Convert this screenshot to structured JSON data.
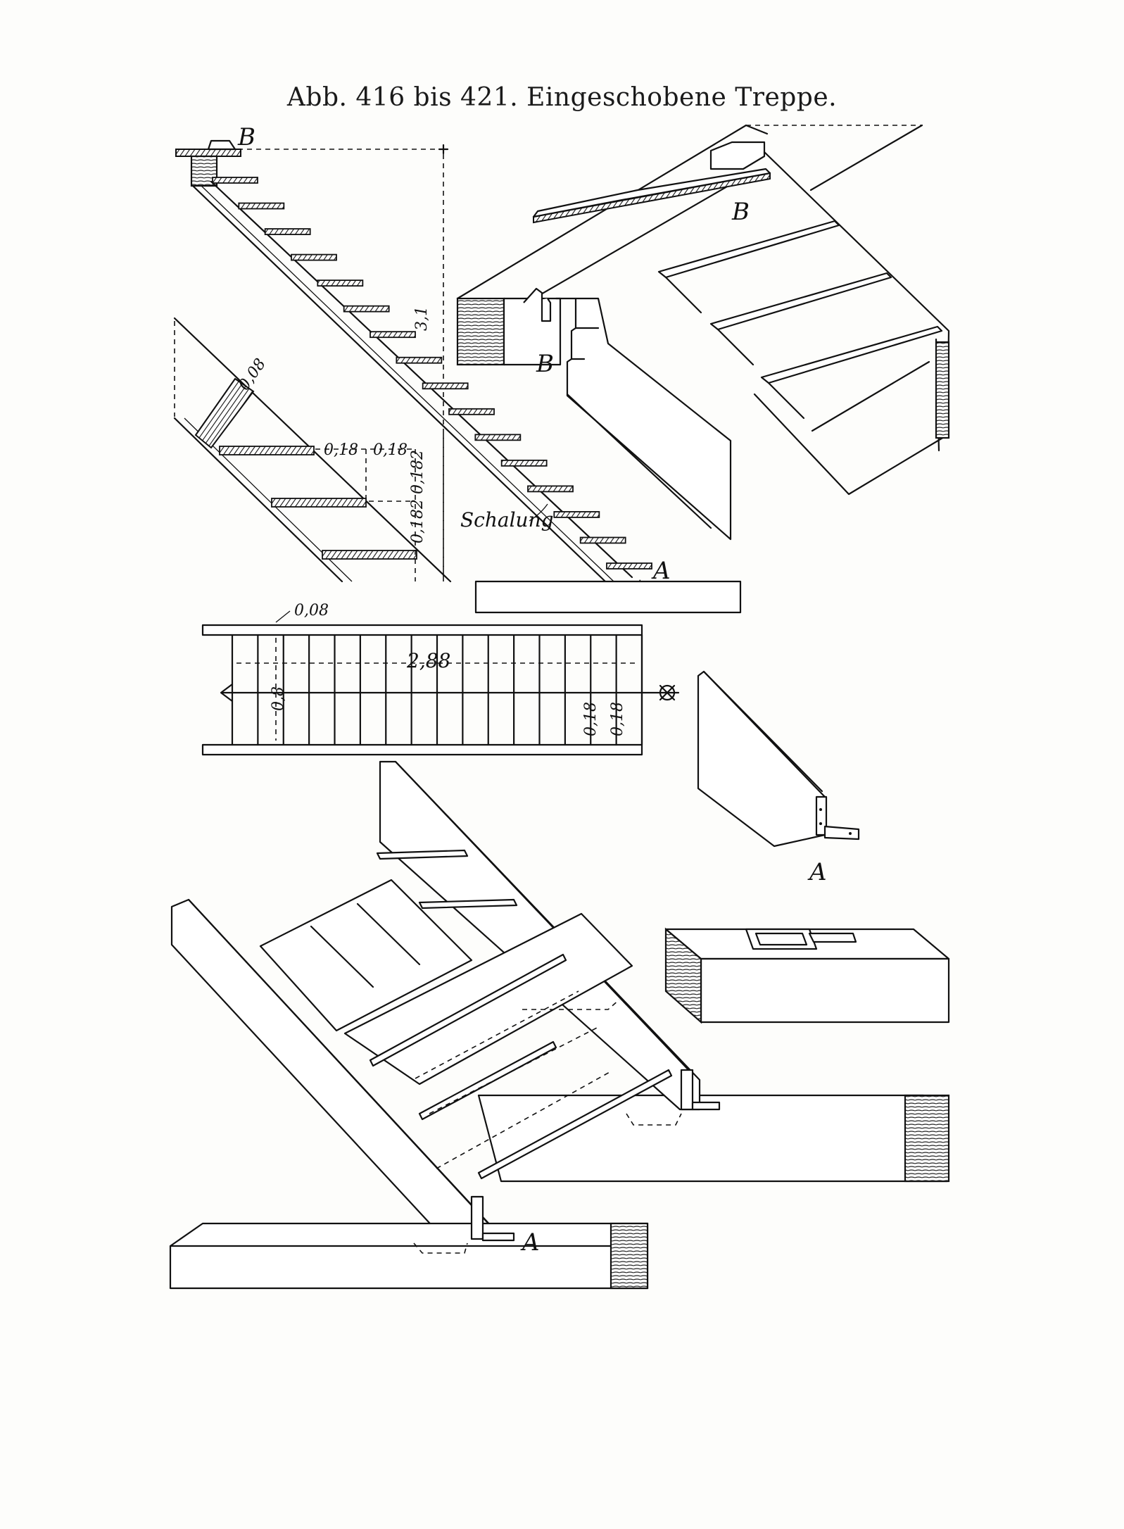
{
  "title": "Abb. 416 bis 421. Eingeschobene Treppe.",
  "labels": {
    "point_a": "A",
    "point_b": "B",
    "schalung": "Schalung"
  },
  "dimensions": {
    "height": "3,1",
    "tread_thickness": "0,08",
    "step_going_1": "0,18",
    "step_going_2": "0,18",
    "step_rise_1": "0,182",
    "step_rise_2": "0,182",
    "plan_length": "2,88",
    "plan_width": "0,8",
    "plan_stringer": "0,08",
    "plan_step_1": "0,18",
    "plan_step_2": "0,18"
  },
  "colors": {
    "ink": "#111111",
    "paper": "#fdfdfb"
  }
}
